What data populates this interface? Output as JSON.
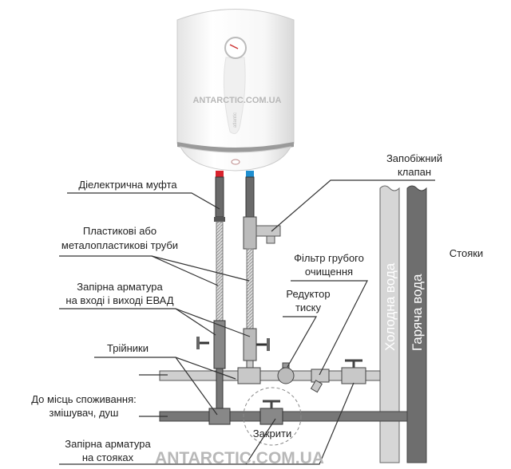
{
  "heater": {
    "watermark": "ANTARCTIC.COM.UA",
    "brand": "atlantic"
  },
  "labels": {
    "dielectric": "Діелектрична муфта",
    "pipes_1": "Пластикові або",
    "pipes_2": "металопластикові труби",
    "shutoff_in_1": "Запірна арматура",
    "shutoff_in_2": "на вході і виході ЕВАД",
    "tees": "Трійники",
    "consumers_1": "До місць споживання:",
    "consumers_2": "змішувач, душ",
    "shutoff_risers_1": "Запірна арматура",
    "shutoff_risers_2": "на стояках",
    "safety_1": "Запобіжний",
    "safety_2": "клапан",
    "filter_1": "Фільтр грубого",
    "filter_2": "очищення",
    "reducer_1": "Редуктор",
    "reducer_2": "тиску",
    "risers": "Стояки",
    "cold_water": "Холодна вода",
    "hot_water": "Гаряча вода",
    "close": "Закрити"
  },
  "watermark": "ANTARCTIC.COM.UA",
  "colors": {
    "hot": "#d9232d",
    "cold": "#1f8fd0",
    "cold_riser": "#d4d4d4",
    "hot_riser": "#6e6e6e"
  }
}
